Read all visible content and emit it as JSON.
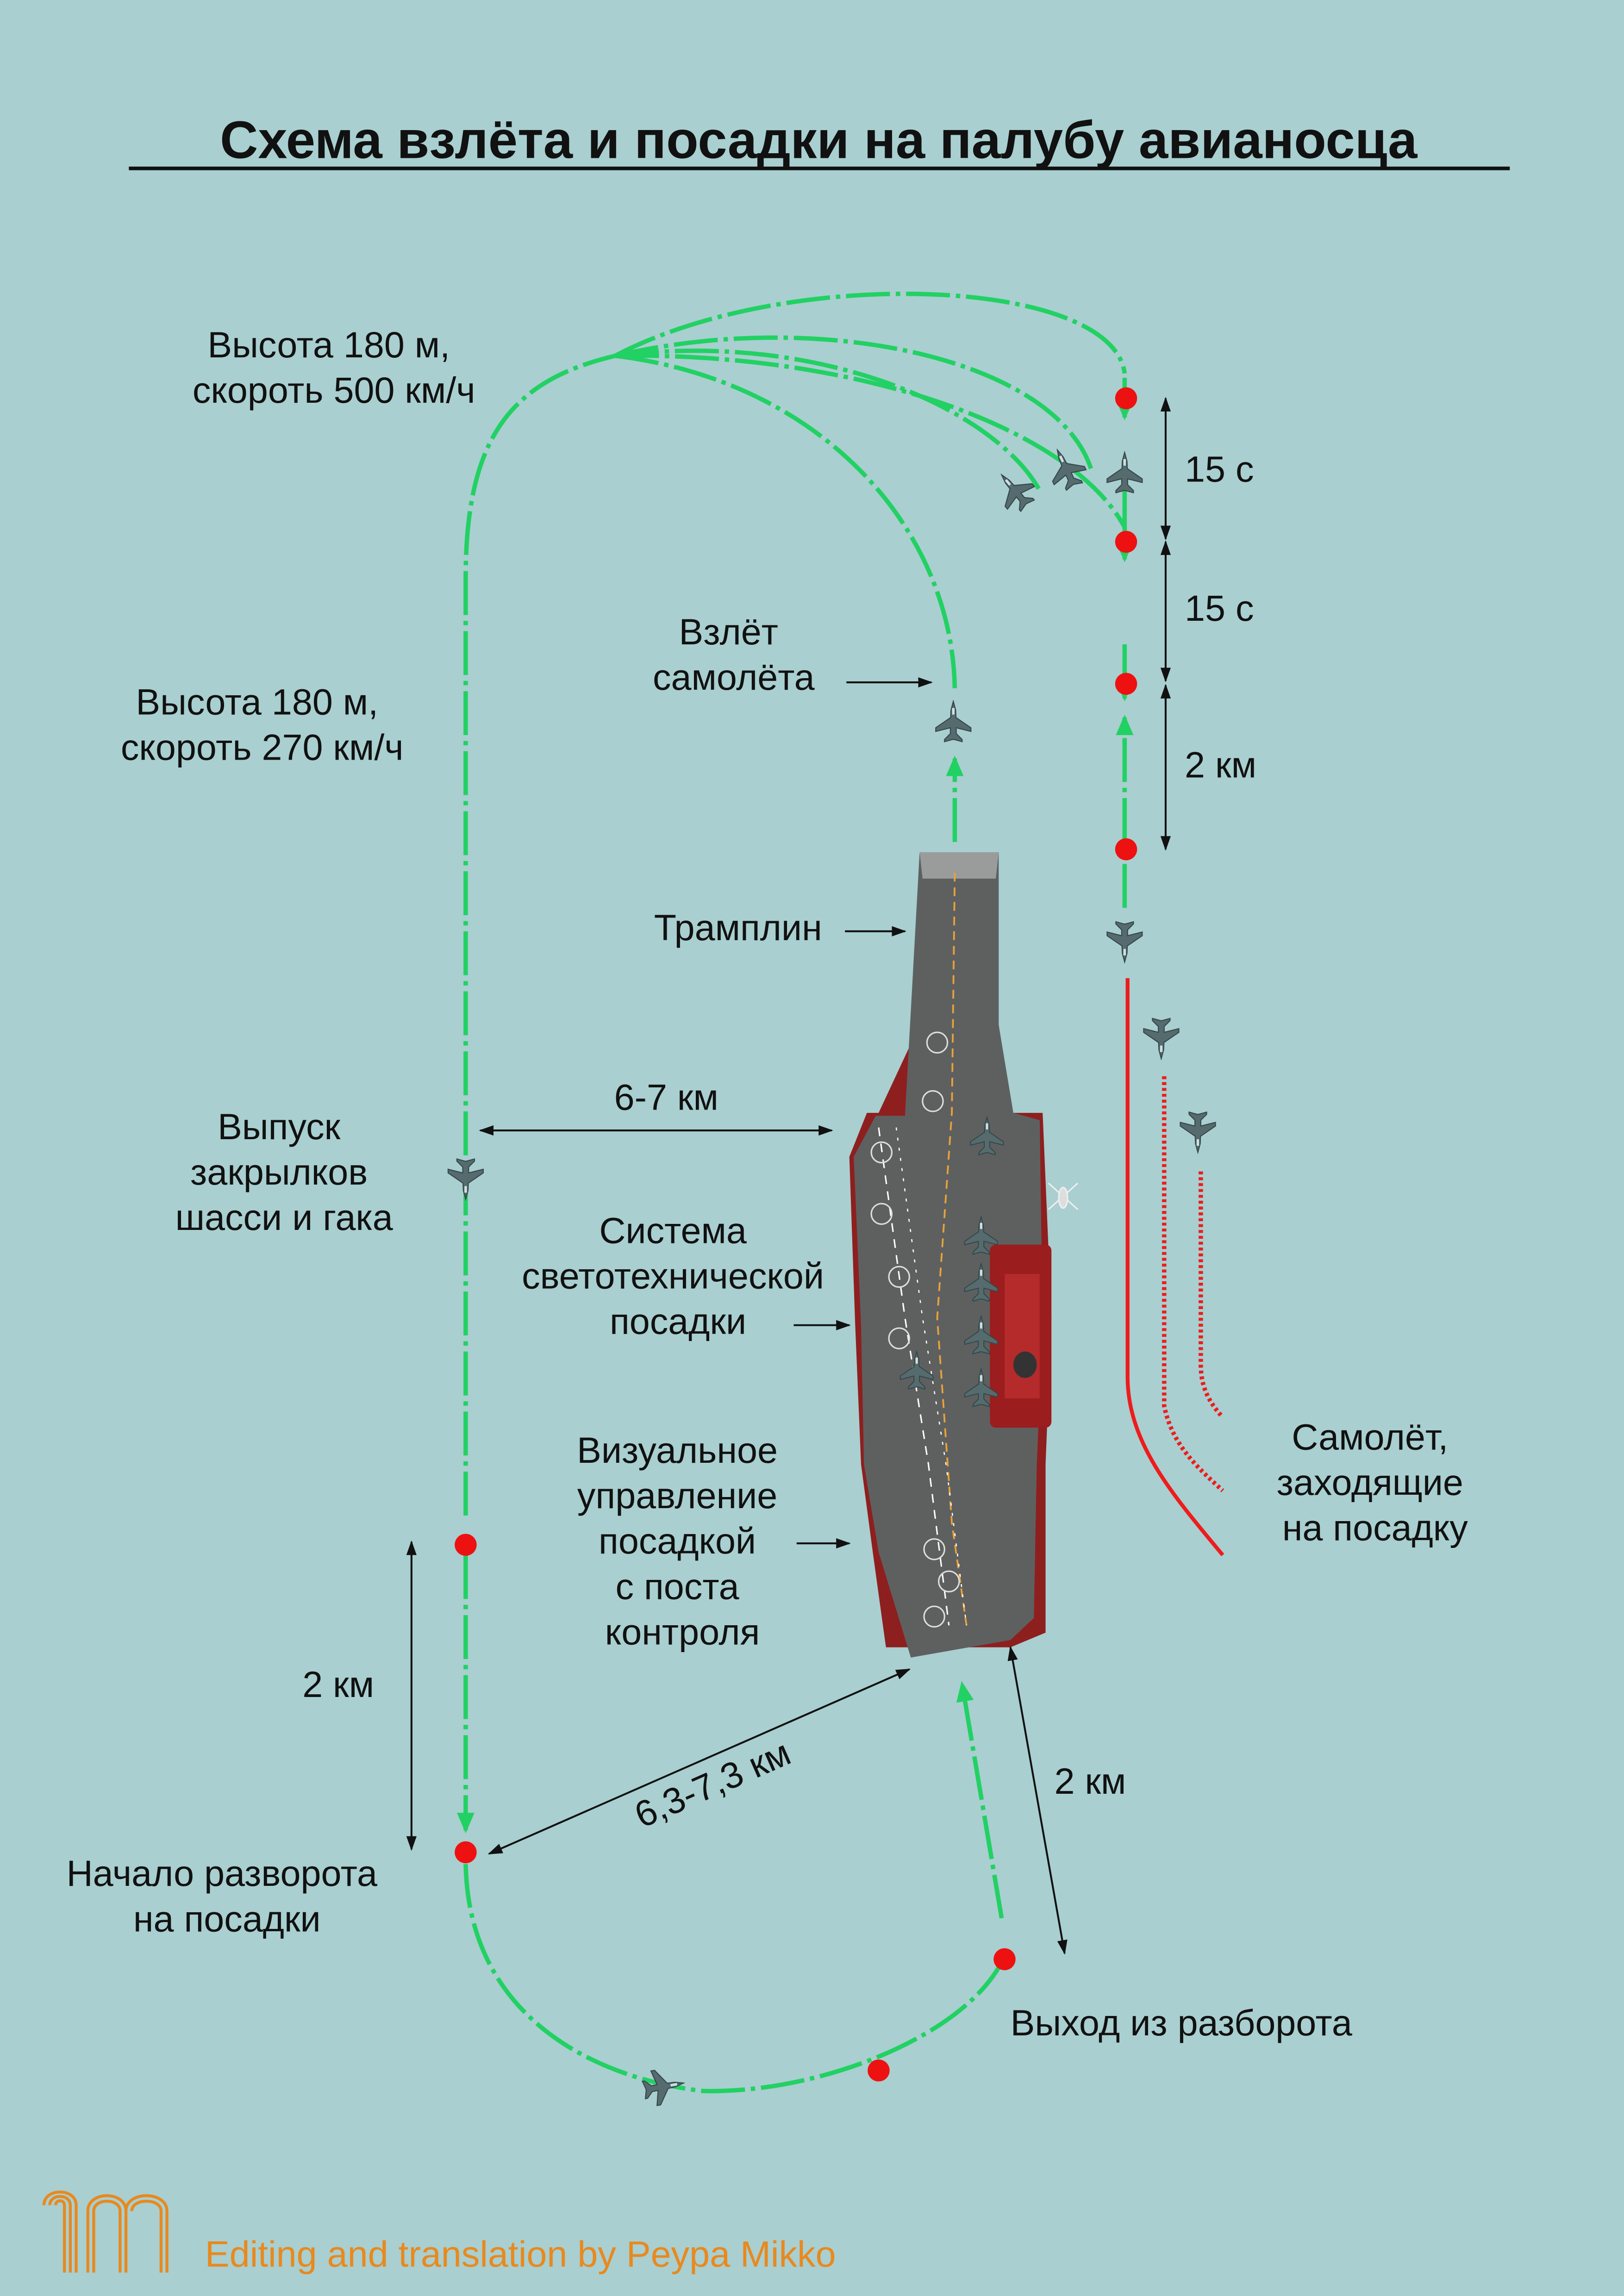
{
  "title": "Схема взлёта и посадки на палубу авианосца",
  "labels": {
    "alt_500": [
      "Высота 180 м,",
      "скороть 500 км/ч"
    ],
    "alt_270": [
      "Высота 180 м,",
      "скороть 270 км/ч"
    ],
    "takeoff": [
      "Взлёт",
      "самолёта"
    ],
    "ramp": "Трамплин",
    "dist_67": "6-7 км",
    "flaps": [
      "Выпуск",
      "закрылков",
      "шасси и гака"
    ],
    "lighting": [
      "Система",
      "светотехнической",
      "посадки"
    ],
    "visual": [
      "Визуальное",
      "управление",
      "посадкой",
      "с поста",
      "контроля"
    ],
    "landing_aircraft": [
      "Самолёт,",
      "заходящие",
      "на посадку"
    ],
    "interval_15a": "15 с",
    "interval_15b": "15 с",
    "dist_2_right": "2 км",
    "dist_2_left": "2 км",
    "dist_63_73": "6,3-7,3 км",
    "dist_2_bottom": "2 км",
    "turn_start": [
      "Начало разворота",
      "на посадки"
    ],
    "turn_exit": "Выход из разборота"
  },
  "credit": "Editing and translation by Peypa Mikko",
  "colors": {
    "background": "#a9cfd0",
    "flight_path": "#22d163",
    "landing_path": "#ee1c1c",
    "waypoint": "#ee1111",
    "logo": "#e8891e",
    "deck": "#5e6060",
    "hull": "#8e1f1f"
  },
  "icons": [
    "jet-icon",
    "helicopter-icon",
    "logo-mark"
  ]
}
